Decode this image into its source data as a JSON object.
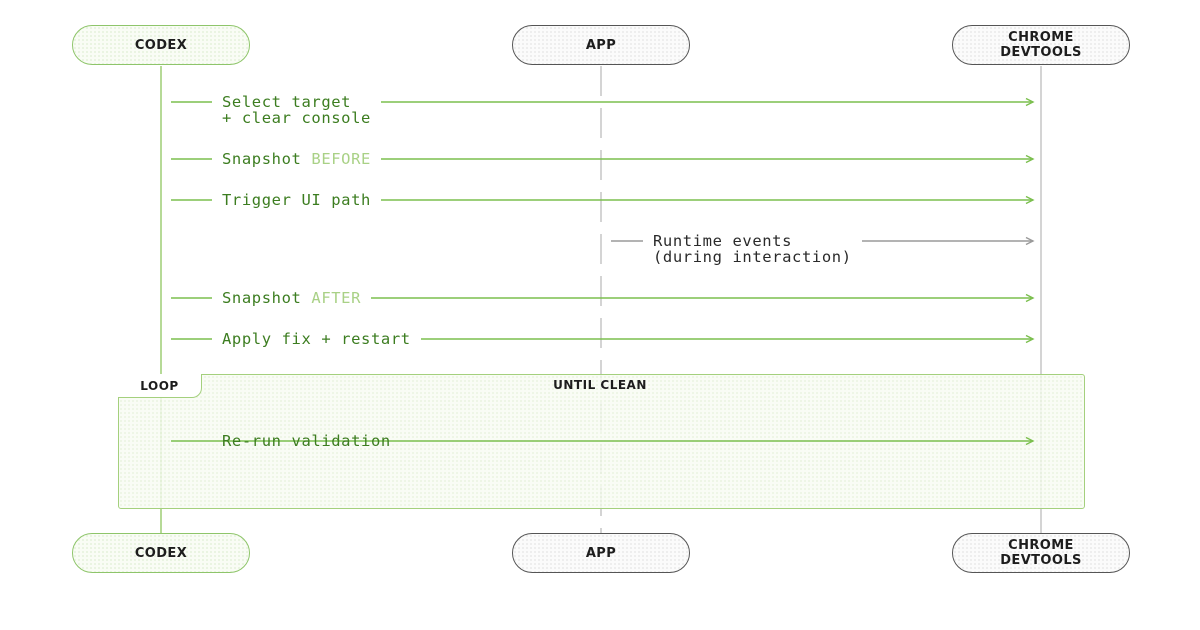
{
  "participants": {
    "codex": {
      "label": "CODEX"
    },
    "app": {
      "label": "APP"
    },
    "chrome": {
      "label": "CHROME\nDEVTOOLS"
    }
  },
  "messages": [
    {
      "text": "Select target\n+ clear console",
      "from": "codex",
      "to": "chrome"
    },
    {
      "text": "Snapshot ",
      "highlight": "BEFORE",
      "from": "codex",
      "to": "chrome"
    },
    {
      "text": "Trigger UI path",
      "from": "codex",
      "to": "chrome"
    },
    {
      "text": "Runtime events\n(during interaction)",
      "from": "app",
      "to": "chrome"
    },
    {
      "text": "Snapshot ",
      "highlight": "AFTER",
      "from": "codex",
      "to": "chrome"
    },
    {
      "text": "Apply fix + restart",
      "from": "codex",
      "to": "chrome"
    },
    {
      "text": "Re-run validation",
      "from": "codex",
      "to": "chrome"
    }
  ],
  "loop": {
    "label": "LOOP",
    "condition": "UNTIL CLEAN"
  },
  "colors": {
    "codex_accent": "#8ec56a",
    "message_text": "#3c7d20",
    "keyword_highlight": "#a9d186",
    "neutral_border": "#555555",
    "lifeline": "#c9c9c9"
  }
}
